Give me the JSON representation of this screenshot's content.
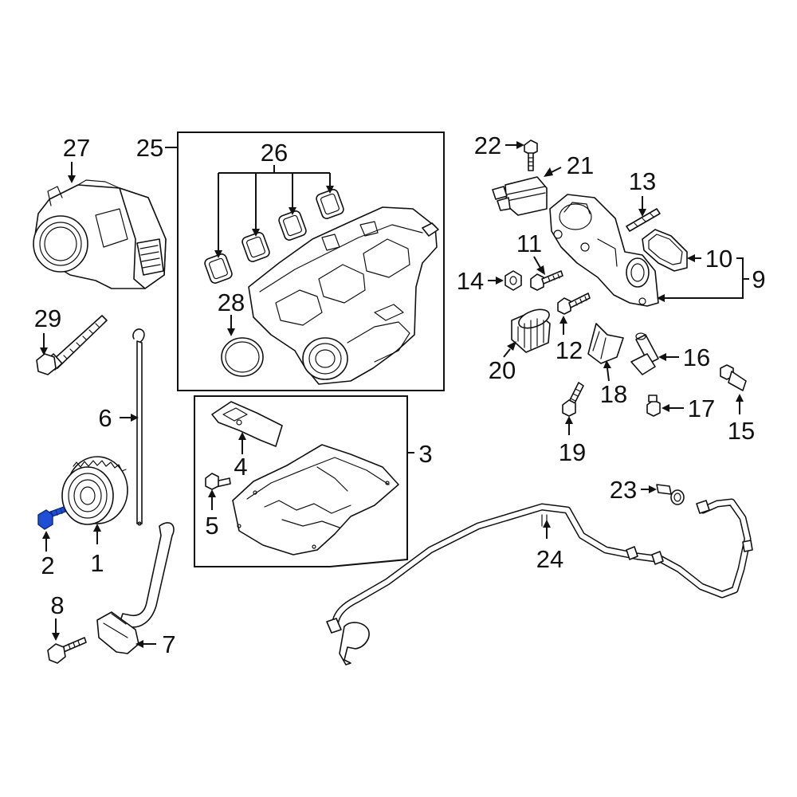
{
  "diagram": {
    "highlight_color": "#1f4fd6",
    "line_color": "#111111",
    "background": "#ffffff",
    "highlighted_part": "2",
    "callouts": {
      "c1": "1",
      "c2": "2",
      "c3": "3",
      "c4": "4",
      "c5": "5",
      "c6": "6",
      "c7": "7",
      "c8": "8",
      "c9": "9",
      "c10": "10",
      "c11": "11",
      "c12": "12",
      "c13": "13",
      "c14": "14",
      "c15": "15",
      "c16": "16",
      "c17": "17",
      "c18": "18",
      "c19": "19",
      "c20": "20",
      "c21": "21",
      "c22": "22",
      "c23": "23",
      "c24": "24",
      "c25": "25",
      "c26": "26",
      "c27": "27",
      "c28": "28",
      "c29": "29"
    }
  }
}
